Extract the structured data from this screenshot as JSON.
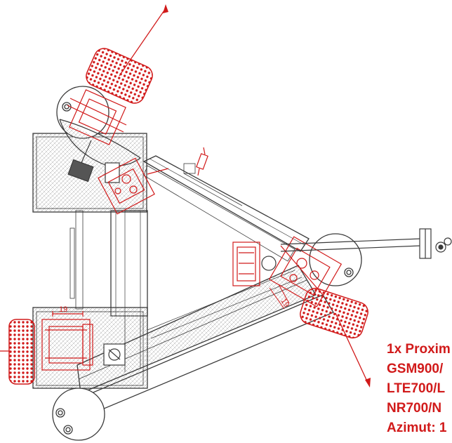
{
  "annotation": {
    "lines": [
      "1x Proxim",
      "GSM900/",
      "LTE700/L",
      "NR700/N",
      "Azimut: 1"
    ]
  },
  "dimensions": {
    "top_left_bracket": "19",
    "right_sector": "19"
  },
  "colors": {
    "steel": "#3a3a3a",
    "antenna": "#d11a1a",
    "hatch": "#8a8a8a",
    "background": "#ffffff"
  }
}
